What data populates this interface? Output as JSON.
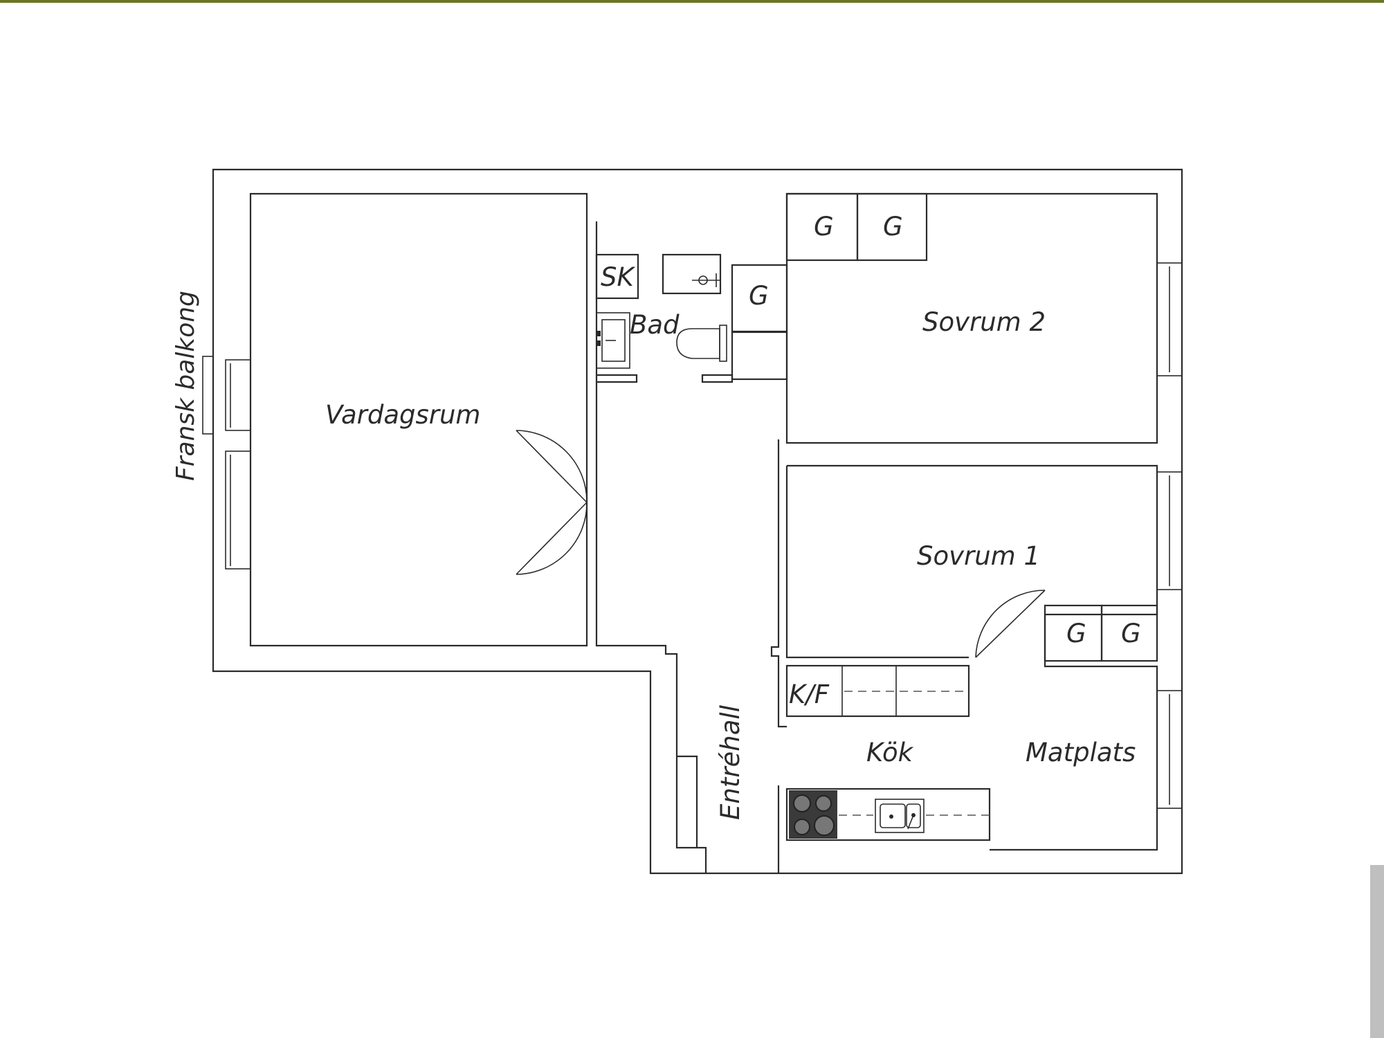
{
  "colors": {
    "wall": "#2b2b2b",
    "top_strip": "#6b7420",
    "right_tab": "#bfbfbf",
    "stove": "#3a3a3a"
  },
  "rooms": {
    "vardagsrum": "Vardagsrum",
    "bad": "Bad",
    "sovrum2": "Sovrum 2",
    "sovrum1": "Sovrum 1",
    "kok": "Kök",
    "matplats": "Matplats",
    "entrehall": "Entréhall",
    "fransk_balkong": "Fransk balkong"
  },
  "fixtures": {
    "sk": "SK",
    "g": "G",
    "kf": "K/F"
  }
}
